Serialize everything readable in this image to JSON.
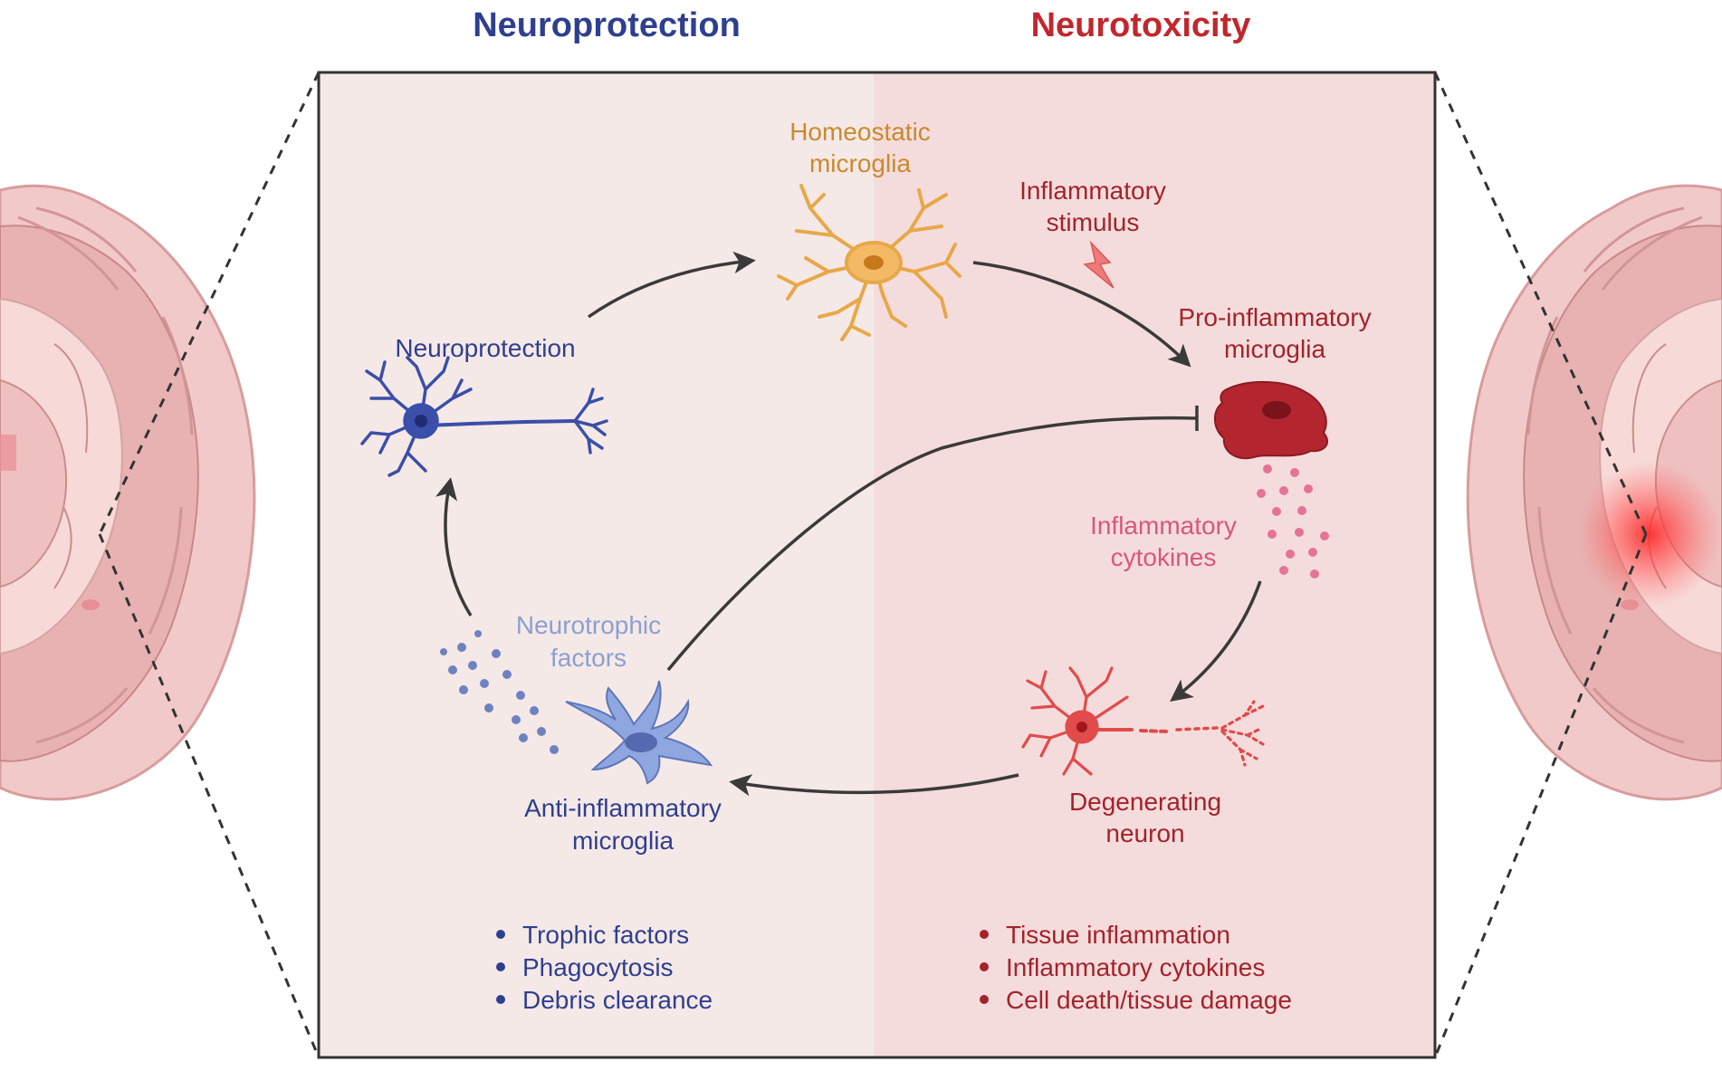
{
  "header": {
    "left_title": "Neuroprotection",
    "right_title": "Neurotoxicity"
  },
  "colors": {
    "protection_blue": "#2f3f8f",
    "toxicity_red": "#c1272d",
    "homeostatic_orange": "#c98a2e",
    "cytokine_pink": "#d9577a",
    "neurotrophic_lightblue": "#8c9fd0",
    "panel_left_bg": "#f5e9e7",
    "panel_right_bg": "#f5dcdc"
  },
  "nodes": {
    "homeostatic": {
      "line1": "Homeostatic",
      "line2": "microglia"
    },
    "stimulus": {
      "line1": "Inflammatory",
      "line2": "stimulus"
    },
    "proinflammatory": {
      "line1": "Pro-inflammatory",
      "line2": "microglia"
    },
    "cytokines": {
      "line1": "Inflammatory",
      "line2": "cytokines"
    },
    "degenerating": {
      "line1": "Degenerating",
      "line2": "neuron"
    },
    "antiinflammatory": {
      "line1": "Anti-inflammatory",
      "line2": "microglia"
    },
    "neurotrophic": {
      "line1": "Neurotrophic",
      "line2": "factors"
    },
    "neuroprotection": {
      "label": "Neuroprotection"
    }
  },
  "bullets": {
    "left": [
      "Trophic factors",
      "Phagocytosis",
      "Debris clearance"
    ],
    "right": [
      "Tissue inflammation",
      "Inflammatory cytokines",
      "Cell death/tissue damage"
    ]
  },
  "icons": {
    "stimulus": "lightning-bolt-icon",
    "homeostatic": "ramified-microglia-icon",
    "proinflammatory": "amoeboid-microglia-icon",
    "antiinflammatory": "activated-microglia-icon",
    "neuron": "neuron-icon",
    "brain": "brain-section-icon"
  }
}
